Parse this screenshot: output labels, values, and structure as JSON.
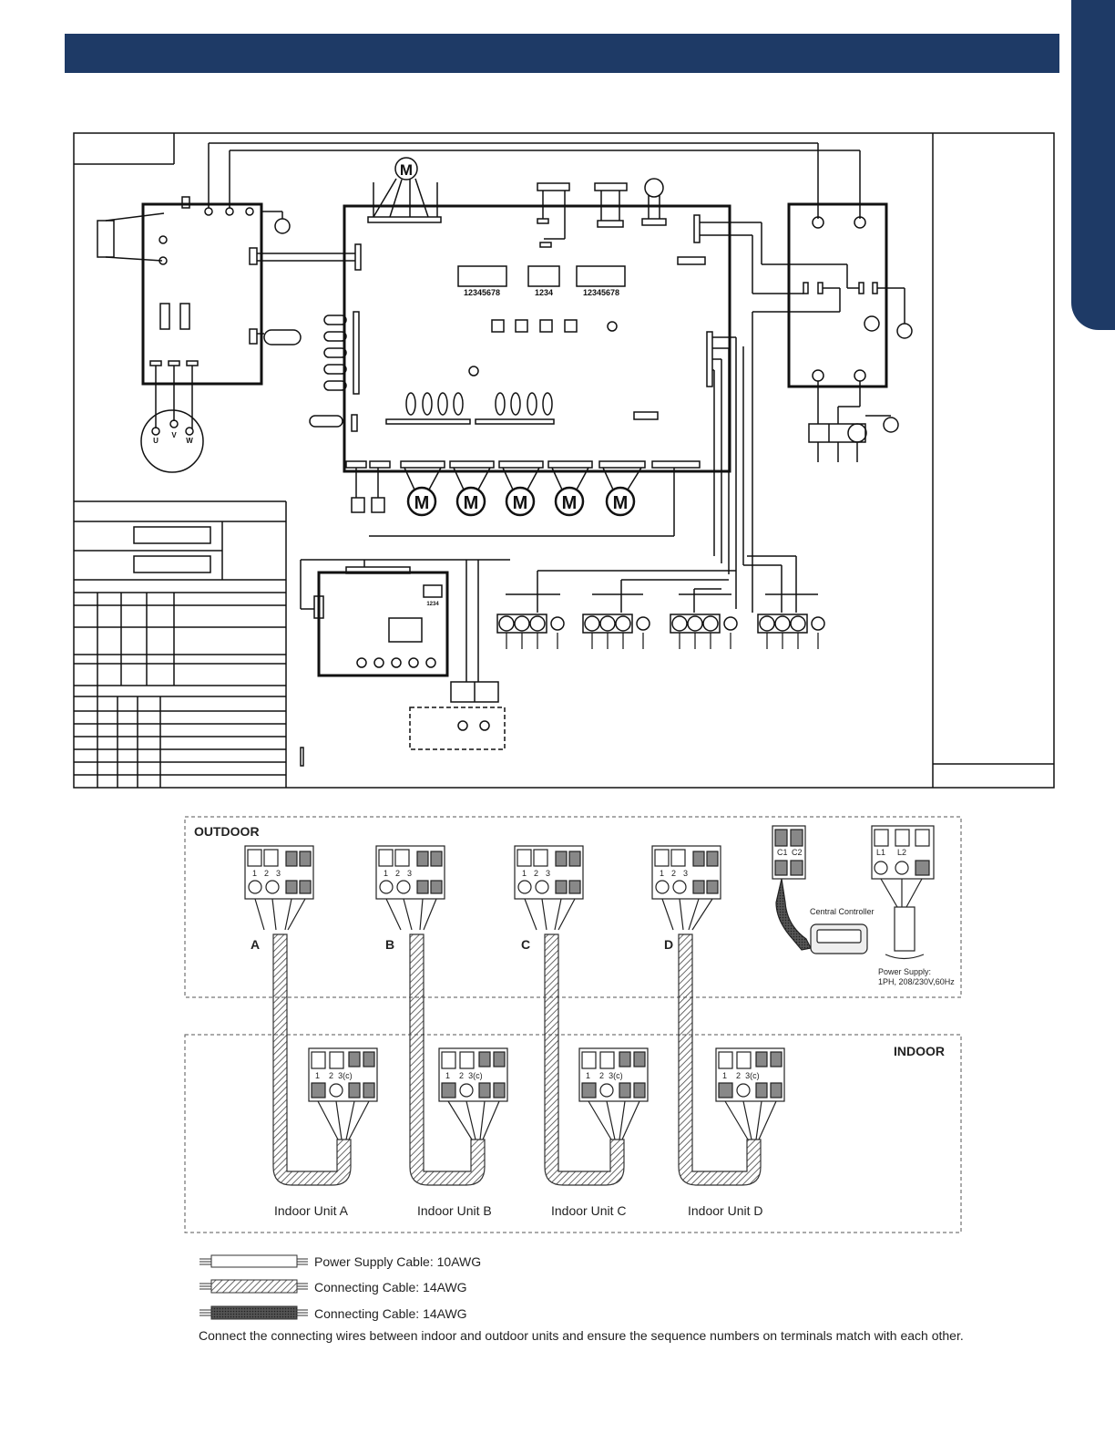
{
  "colors": {
    "header": "#1e3a66",
    "line": "#111111",
    "dash": "#555555"
  },
  "top_diagram": {
    "dip_labels": [
      "12345678",
      "1234",
      "12345678"
    ],
    "display_dip_label": "1234",
    "motor_symbol": "M",
    "compressor_terminals": [
      "U",
      "V",
      "W"
    ]
  },
  "wiring": {
    "outdoor_label": "OUTDOOR",
    "indoor_label": "INDOOR",
    "outdoor_units": [
      {
        "letter": "A",
        "terminals": [
          "1",
          "2",
          "3"
        ]
      },
      {
        "letter": "B",
        "terminals": [
          "1",
          "2",
          "3"
        ]
      },
      {
        "letter": "C",
        "terminals": [
          "1",
          "2",
          "3"
        ]
      },
      {
        "letter": "D",
        "terminals": [
          "1",
          "2",
          "3"
        ]
      }
    ],
    "indoor_units": [
      {
        "name": "Indoor Unit A",
        "terminals": [
          "1",
          "2",
          "3(c)"
        ]
      },
      {
        "name": "Indoor Unit B",
        "terminals": [
          "1",
          "2",
          "3(c)"
        ]
      },
      {
        "name": "Indoor Unit C",
        "terminals": [
          "1",
          "2",
          "3(c)"
        ]
      },
      {
        "name": "Indoor Unit D",
        "terminals": [
          "1",
          "2",
          "3(c)"
        ]
      }
    ],
    "central_controller": {
      "label": "Central Controller",
      "terminals": [
        "C1",
        "C2"
      ]
    },
    "power_supply": {
      "terminals": [
        "L1",
        "L2"
      ],
      "label_line1": "Power Supply:",
      "label_line2": "1PH, 208/230V,60Hz"
    }
  },
  "legend": [
    {
      "style": "plain",
      "text": "Power Supply Cable: 10AWG"
    },
    {
      "style": "hatched",
      "text": "Connecting Cable: 14AWG"
    },
    {
      "style": "dark",
      "text": "Connecting Cable: 14AWG"
    }
  ],
  "note": "Connect the connecting wires between indoor and outdoor units and ensure the sequence numbers on terminals match with each other."
}
